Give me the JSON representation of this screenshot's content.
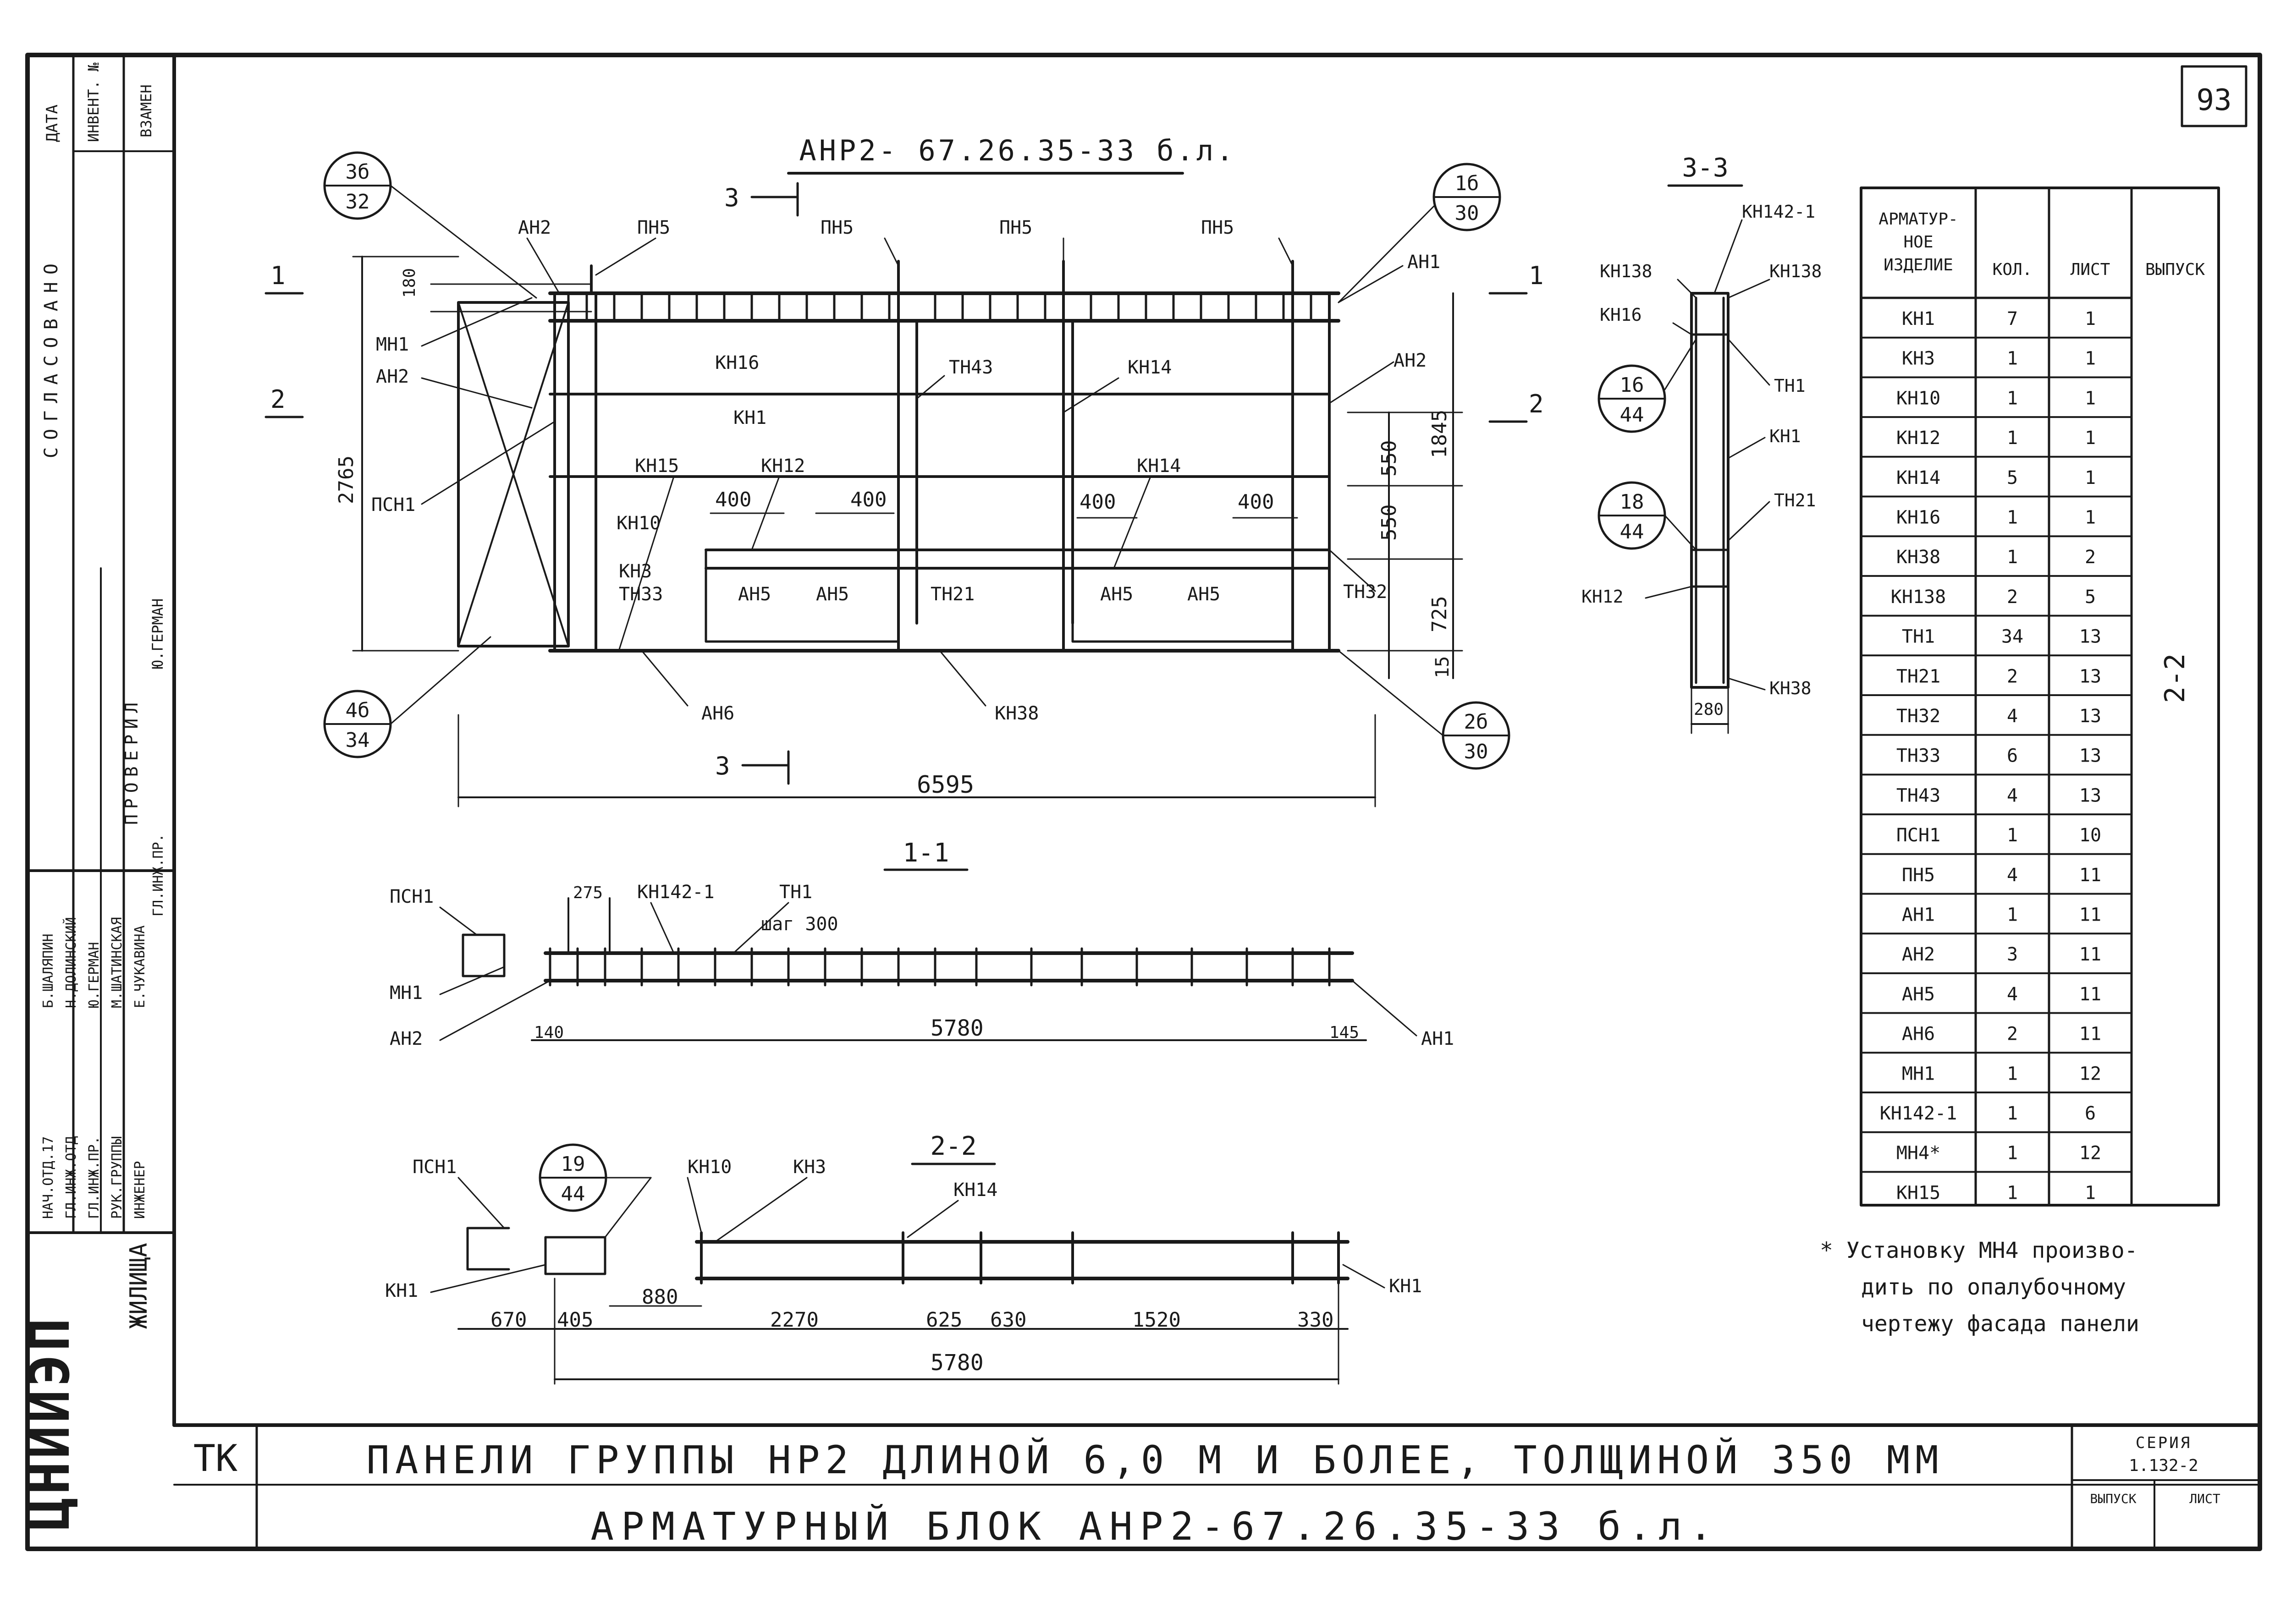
{
  "sheet_number": "93",
  "main_view": {
    "title": "АНР2- 67.26.35-33 б.л.",
    "labels": [
      "АН2",
      "ПН5",
      "ПН5",
      "ПН5",
      "ПН5",
      "АН1",
      "МН1",
      "АН2",
      "КН16",
      "ТН43",
      "КН14",
      "АН2",
      "КН1",
      "ПСН1",
      "КН15",
      "КН12",
      "КН14",
      "КН10",
      "КН3",
      "ТН33",
      "АН5",
      "АН5",
      "ТН21",
      "АН5",
      "АН5",
      "ТН32",
      "АН6",
      "КН38"
    ],
    "dims": [
      "180",
      "2765",
      "400",
      "400",
      "400",
      "400",
      "550",
      "550",
      "1845",
      "725",
      "15",
      "6595"
    ],
    "callouts": [
      {
        "top": "3б",
        "bottom": "32"
      },
      {
        "top": "1б",
        "bottom": "30"
      },
      {
        "top": "4б",
        "bottom": "34"
      },
      {
        "top": "2б",
        "bottom": "30"
      }
    ],
    "section_marks": [
      "1",
      "1",
      "2",
      "2",
      "3",
      "3"
    ]
  },
  "section_1_1": {
    "title": "1-1",
    "labels": [
      "ПСН1",
      "КН142-1",
      "ТН1",
      "шаг 300",
      "МН1",
      "АН2",
      "АН1"
    ],
    "dims": [
      "275",
      "140",
      "5780",
      "145"
    ]
  },
  "section_2_2": {
    "title": "2-2",
    "labels": [
      "ПСН1",
      "КН10",
      "КН3",
      "КН14",
      "КН1",
      "КН1"
    ],
    "callout": {
      "top": "19",
      "bottom": "44"
    },
    "dims": [
      "670",
      "405",
      "880",
      "2270",
      "625",
      "630",
      "1520",
      "330",
      "5780"
    ]
  },
  "section_3_3": {
    "title": "3-3",
    "labels": [
      "КН142-1",
      "КН138",
      "КН138",
      "КН16",
      "ТН1",
      "КН1",
      "ТН21",
      "КН12",
      "КН38"
    ],
    "callouts": [
      {
        "top": "16",
        "bottom": "44"
      },
      {
        "top": "18",
        "bottom": "44"
      }
    ],
    "dims": [
      "280"
    ]
  },
  "spec_table": {
    "headers": [
      "АРМАТУР-НОЕ ИЗДЕЛИЕ",
      "КОЛ.",
      "ЛИСТ",
      "ВЫПУСК"
    ],
    "header_lines": [
      "АРМАТУР-",
      "НОЕ",
      "ИЗДЕЛИЕ"
    ],
    "rows": [
      [
        "КН1",
        "7",
        "1"
      ],
      [
        "КН3",
        "1",
        "1"
      ],
      [
        "КН10",
        "1",
        "1"
      ],
      [
        "КН12",
        "1",
        "1"
      ],
      [
        "КН14",
        "5",
        "1"
      ],
      [
        "КН16",
        "1",
        "1"
      ],
      [
        "КН38",
        "1",
        "2"
      ],
      [
        "КН138",
        "2",
        "5"
      ],
      [
        "ТН1",
        "34",
        "13"
      ],
      [
        "ТН21",
        "2",
        "13"
      ],
      [
        "ТН32",
        "4",
        "13"
      ],
      [
        "ТН33",
        "6",
        "13"
      ],
      [
        "ТН43",
        "4",
        "13"
      ],
      [
        "ПСН1",
        "1",
        "10"
      ],
      [
        "ПН5",
        "4",
        "11"
      ],
      [
        "АН1",
        "1",
        "11"
      ],
      [
        "АН2",
        "3",
        "11"
      ],
      [
        "АН5",
        "4",
        "11"
      ],
      [
        "АН6",
        "2",
        "11"
      ],
      [
        "МН1",
        "1",
        "12"
      ],
      [
        "КН142-1",
        "1",
        "6"
      ],
      [
        "МН4*",
        "1",
        "12"
      ],
      [
        "КН15",
        "1",
        "1"
      ]
    ],
    "issue": "2-2"
  },
  "note": [
    "* Установку МН4 произво-",
    "дить по опалубочному",
    "чертежу фасада панели"
  ],
  "stamp": {
    "left_strip": {
      "agreed": "СОГЛАСОВАНО",
      "date": "ДАТА",
      "inv": "ИНВЕНТ. №",
      "replace": "ВЗАМЕН",
      "checked": "ПРОВЕРИЛ",
      "checker": "Ю.ГЕРМАН",
      "roles": [
        "НАЧ.ОТД.17",
        "ГЛ.ИНЖ.ОТД",
        "ГЛ.ИНЖ.ПР.",
        "РУК.ГРУППЫ",
        "ИНЖЕНЕР"
      ],
      "names": [
        "Б.ШАЛЯПИН",
        "Н.ДОЛИНСКИЙ",
        "Ю.ГЕРМАН",
        "М.ШАТИНСКАЯ",
        "Е.ЧУКАВИНА"
      ],
      "role_gl": "ГЛ.ИНЖ.ПР.",
      "org": "ЦНИИЭП",
      "org_sub": "ЖИЛИЩА"
    },
    "tk": "ТК",
    "title_line1": "ПАНЕЛИ ГРУППЫ НР2 ДЛИНОЙ 6,0 М И БОЛЕЕ, ТОЛЩИНОЙ 350 ММ",
    "title_line2": "АРМАТУРНЫЙ БЛОК АНР2-67.26.35-33 б.л.",
    "series_label": "СЕРИЯ",
    "series": "1.132-2",
    "issue_label": "ВЫПУСК",
    "sheet_label": "ЛИСТ"
  }
}
